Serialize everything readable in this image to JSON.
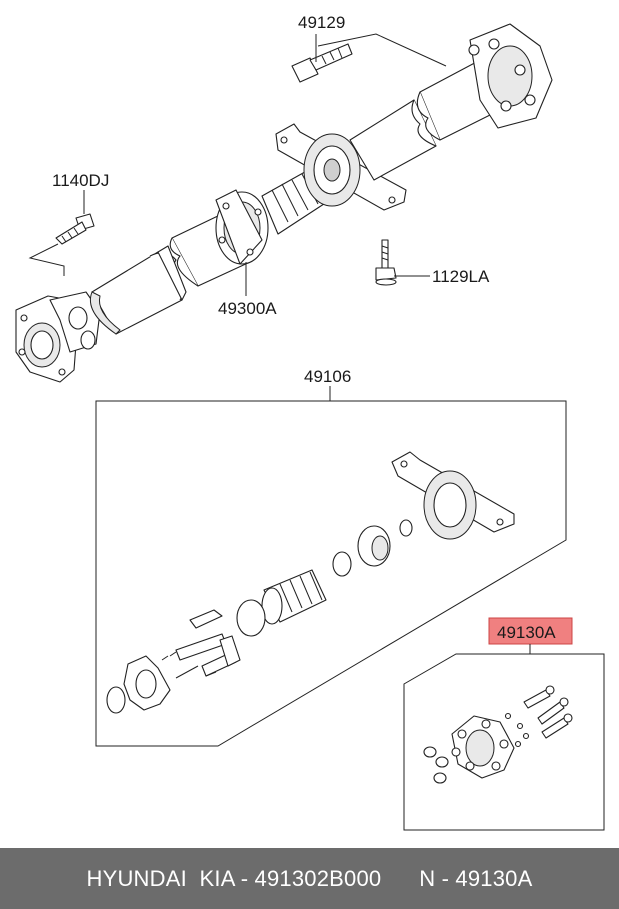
{
  "labels": {
    "p49129": "49129",
    "p1140DJ": "1140DJ",
    "p1129LA": "1129LA",
    "p49300A": "49300A",
    "p49106": "49106",
    "p49130A": "49130A"
  },
  "colors": {
    "highlight": "#f08080",
    "footer_bg": "#6c6c6c",
    "footer_text": "#ffffff"
  },
  "footer": {
    "text": "HYUNDAI  KIA - 491302B000      N - 49130A"
  }
}
